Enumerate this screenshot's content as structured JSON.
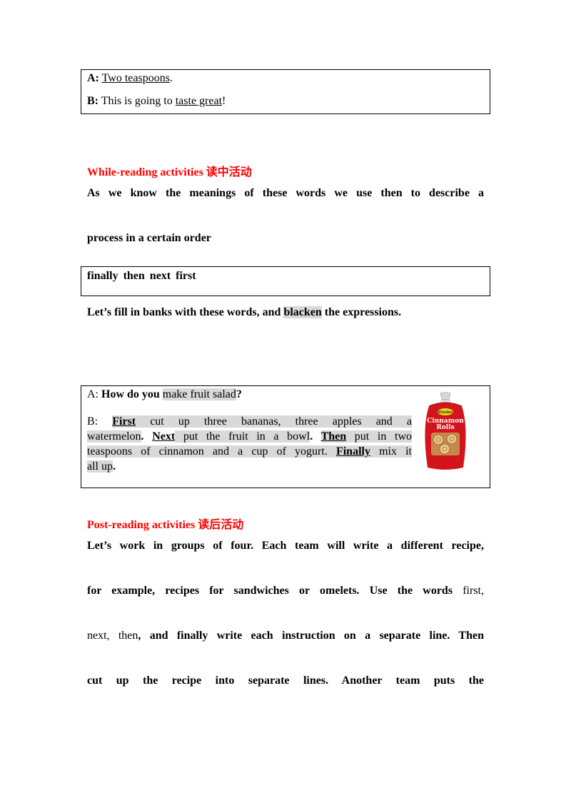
{
  "box1": {
    "a_label": "A:",
    "a_text": "Two teaspoons",
    "a_end": ".",
    "b_label": "B:",
    "b_text": "This is going to ",
    "b_underline": "taste great",
    "b_end": "!"
  },
  "while_heading": {
    "en": "While-reading activities ",
    "zh": "读中活动"
  },
  "intro_line1": "As we know the meanings of these words we use then to describe a",
  "intro_line2": "process in a certain order",
  "word_box": "finally  then  next  first",
  "fill_line": {
    "pre": "Let’s fill in banks with these words, and ",
    "highlight": "blacken",
    "post": " the expressions."
  },
  "dialog": {
    "q_label": "A: ",
    "q_bold": "How do you",
    "q_space": " ",
    "q_highlight": "make fruit salad",
    "q_end": "?",
    "b_label": "B: ",
    "w_first": "First",
    "s1": " cut up three bananas, three apples and a",
    "s2": "watermelon",
    "dot1": ". ",
    "w_next": "Next",
    "s3": " put the fruit in a bowl",
    "dot2": ". ",
    "w_then": "Then",
    "s4": " put in two",
    "s5": "teaspoons of cinnamon and a cup of yogurt. ",
    "w_finally": "Finally",
    "s6": " mix it",
    "s7": "all up",
    "dot3": "."
  },
  "product_image": {
    "brand": "Rhodes",
    "label1": "Cinnamon",
    "label2": "Rolls"
  },
  "post_heading": {
    "en": "Post-reading activities ",
    "zh": "读后活动"
  },
  "post_lines": {
    "l1": "Let’s work in groups of four. Each team will write a different recipe,",
    "l2_bold": "for example, recipes for sandwiches or omelets. Use the words ",
    "l2_normal": "first,",
    "l3_normal": "next, then",
    "l3_bold": ", and finally write each instruction on a separate line. Then",
    "l4": "cut up the recipe into separate lines. Another team puts the"
  }
}
